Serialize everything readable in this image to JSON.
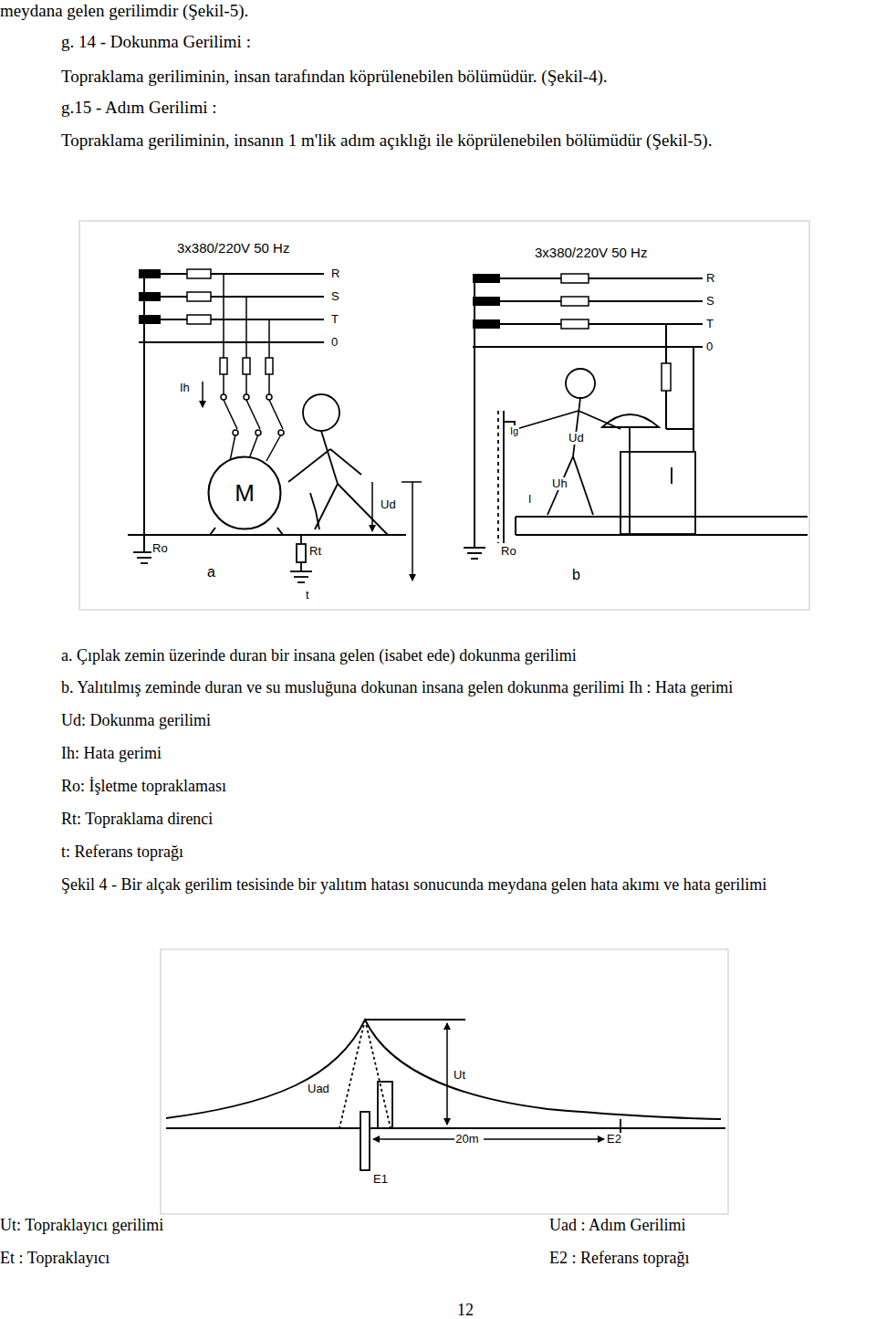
{
  "diagram": {
    "caption": "Şekil 4 - Bir alçak gerilim tesisinde bir yalıtım hatası sonucunda meydana gelen hata akımı ve hata gerilimi",
    "nodes": [
      {
        "text": [
          "M"
        ]
      }
    ],
    "labels": [
      "meydana gelen gerilimdir (Şekil-5).",
      "g. 14 - Dokunma Gerilimi :",
      "Topraklama geriliminin, insan tarafından köprülenebilen bölümüdür. (Şekil-4).",
      "g.15 - Adım Gerilimi :",
      "Topraklama geriliminin, insanın 1 m'lik adım açıklığı ile köprülenebilen bölümüdür (Şekil-5).",
      "3x380/220V 50 Hz",
      "R",
      "S",
      "T",
      "0",
      "Ih",
      "Ud",
      "Ro",
      "Rt",
      "a",
      "t",
      "3x380/220V 50 Hz",
      "R",
      "S",
      "T",
      "0",
      "Ig",
      "Ud",
      "Uh",
      "I",
      "Ro",
      "b",
      "a. Çıplak zemin üzerinde duran bir insana gelen (isabet ede) dokunma gerilimi",
      "b. Yalıtılmış zeminde duran ve su musluğuna dokunan insana gelen dokunma gerilimi Ih : Hata gerimi",
      "Ud: Dokunma gerilimi",
      "Ih: Hata gerimi",
      "Ro: İşletme topraklaması",
      "Rt: Topraklama direnci",
      "t: Referans toprağı",
      "Uad",
      "Ut",
      "20m",
      "E2",
      "E1",
      "Ut: Topraklayıcı gerilimi",
      "Uad : Adım Gerilimi",
      "Et : Topraklayıcı",
      "E2 : Referans toprağı",
      "12"
    ]
  }
}
